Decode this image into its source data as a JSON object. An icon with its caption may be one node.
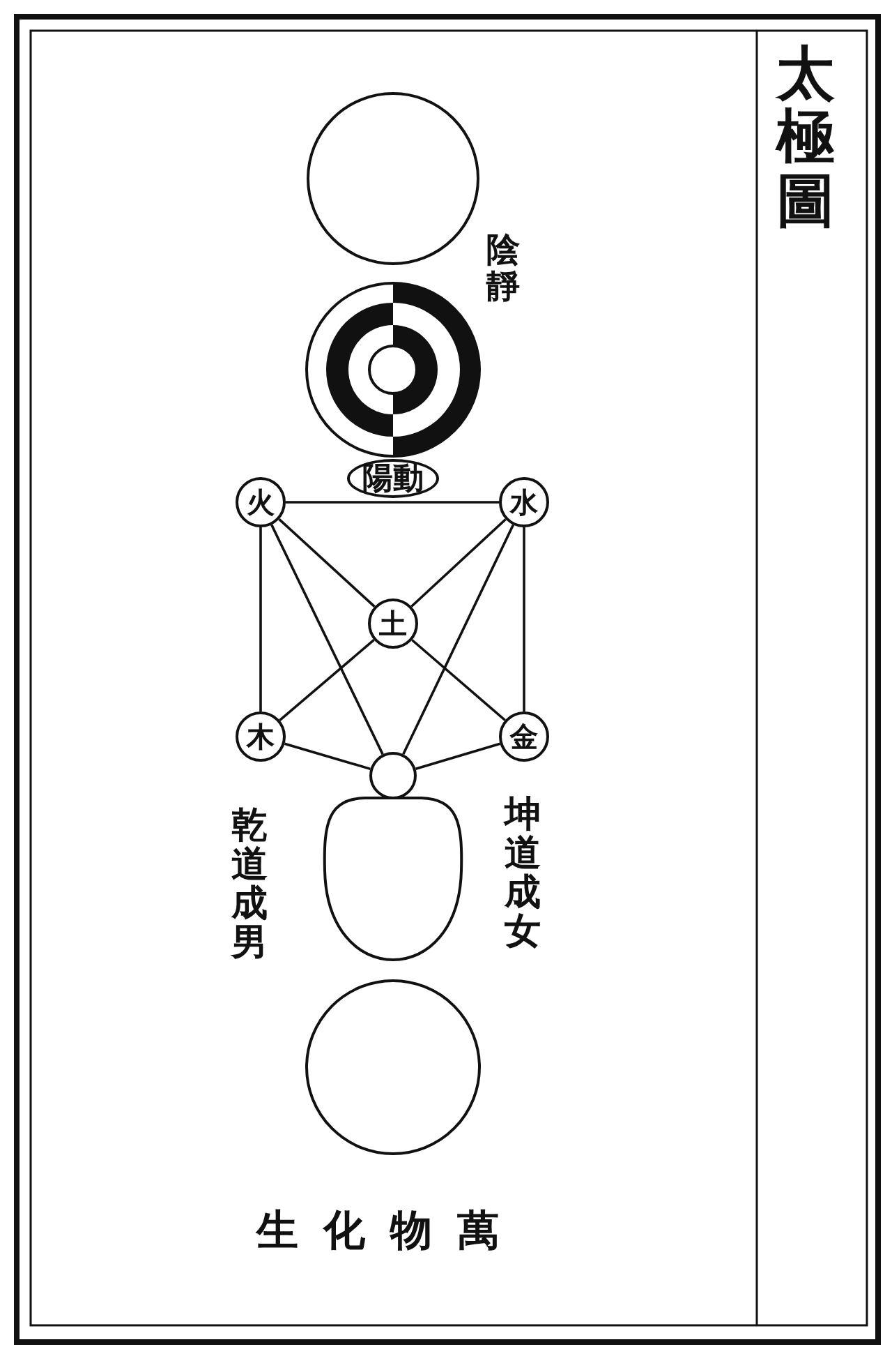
{
  "diagram": {
    "title": "太極圖",
    "nodes": [
      {
        "text": [],
        "shape": "circle"
      },
      {
        "text": [],
        "shape": "circle"
      },
      {
        "text": [
          "陽動"
        ]
      },
      {
        "text": [
          "火"
        ]
      },
      {
        "text": [
          "水"
        ]
      },
      {
        "text": [
          "土"
        ]
      },
      {
        "text": [
          "木"
        ]
      },
      {
        "text": [
          "金"
        ]
      },
      {
        "text": [],
        "shape": "circle"
      },
      {
        "text": [],
        "shape": "oval"
      },
      {
        "text": [],
        "shape": "circle"
      }
    ],
    "edges": [
      {
        "from": 3,
        "to": 4,
        "arrow": "none"
      },
      {
        "from": 3,
        "to": 6,
        "arrow": "none"
      },
      {
        "from": 4,
        "to": 7,
        "arrow": "none"
      },
      {
        "from": 3,
        "to": 5,
        "arrow": "none"
      },
      {
        "from": 4,
        "to": 5,
        "arrow": "none"
      },
      {
        "from": 5,
        "to": 6,
        "arrow": "none"
      },
      {
        "from": 5,
        "to": 7,
        "arrow": "none"
      },
      {
        "from": 3,
        "to": 8,
        "arrow": "none"
      },
      {
        "from": 4,
        "to": 8,
        "arrow": "none"
      },
      {
        "from": 6,
        "to": 8,
        "arrow": "none"
      },
      {
        "from": 7,
        "to": 8,
        "arrow": "none"
      }
    ],
    "labels": [
      "陰靜",
      "乾道成男",
      "坤道成女",
      "生化物萬"
    ]
  }
}
